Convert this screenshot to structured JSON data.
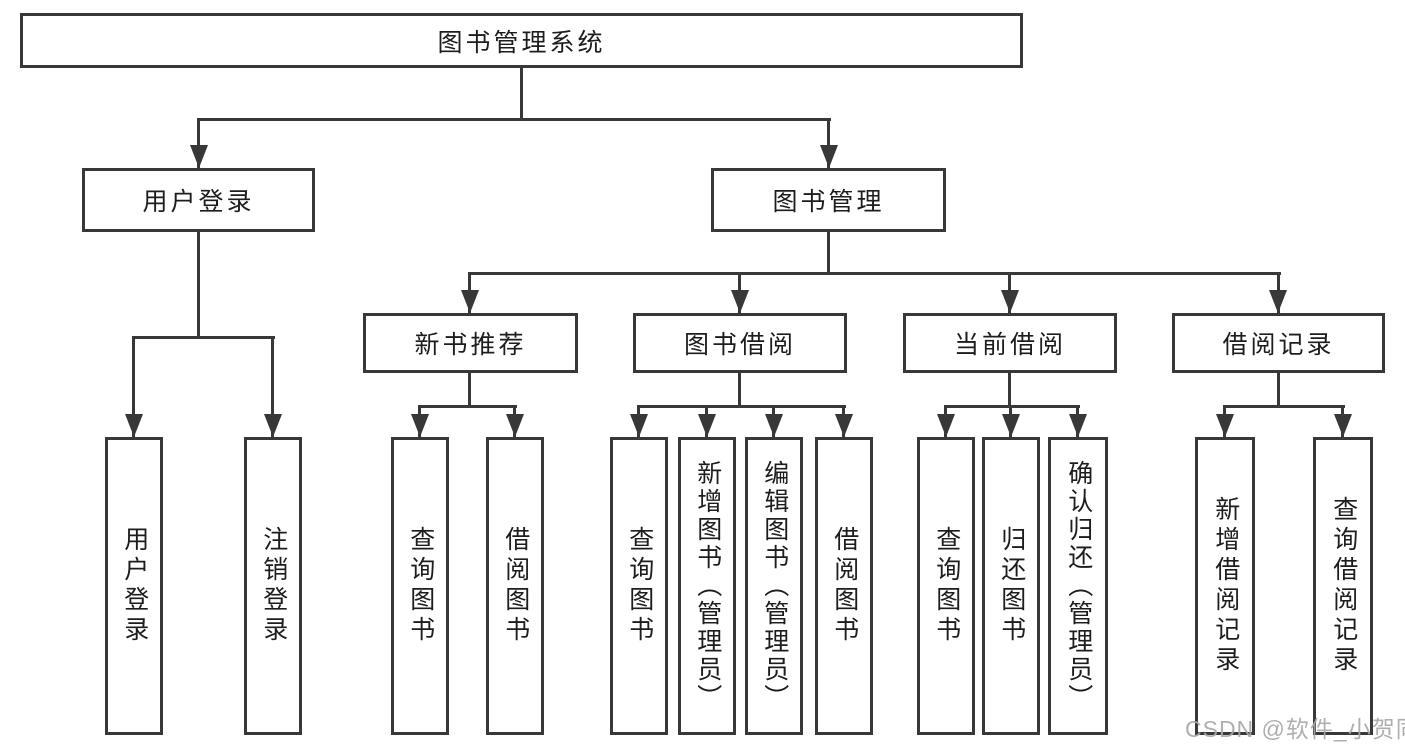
{
  "tree": {
    "root": {
      "label": "图书管理系统"
    },
    "children": [
      {
        "label": "用户登录",
        "children": [
          {
            "label": "用户登录"
          },
          {
            "label": "注销登录"
          }
        ]
      },
      {
        "label": "图书管理",
        "children": [
          {
            "label": "新书推荐",
            "children": [
              {
                "label": "查询图书"
              },
              {
                "label": "借阅图书"
              }
            ]
          },
          {
            "label": "图书借阅",
            "children": [
              {
                "label": "查询图书"
              },
              {
                "label": "新增图书（管理员）"
              },
              {
                "label": "编辑图书（管理员）"
              },
              {
                "label": "借阅图书"
              }
            ]
          },
          {
            "label": "当前借阅",
            "children": [
              {
                "label": "查询图书"
              },
              {
                "label": "归还图书"
              },
              {
                "label": "确认归还（管理员）"
              }
            ]
          },
          {
            "label": "借阅记录",
            "children": [
              {
                "label": "新增借阅记录"
              },
              {
                "label": "查询借阅记录"
              }
            ]
          }
        ]
      }
    ]
  },
  "watermark": {
    "text": "CSDN @软件_小贺同学"
  },
  "colors": {
    "line": "#383838",
    "text": "#1d1d1d",
    "background": "#ffffff",
    "watermark": "#a8a8a8"
  }
}
